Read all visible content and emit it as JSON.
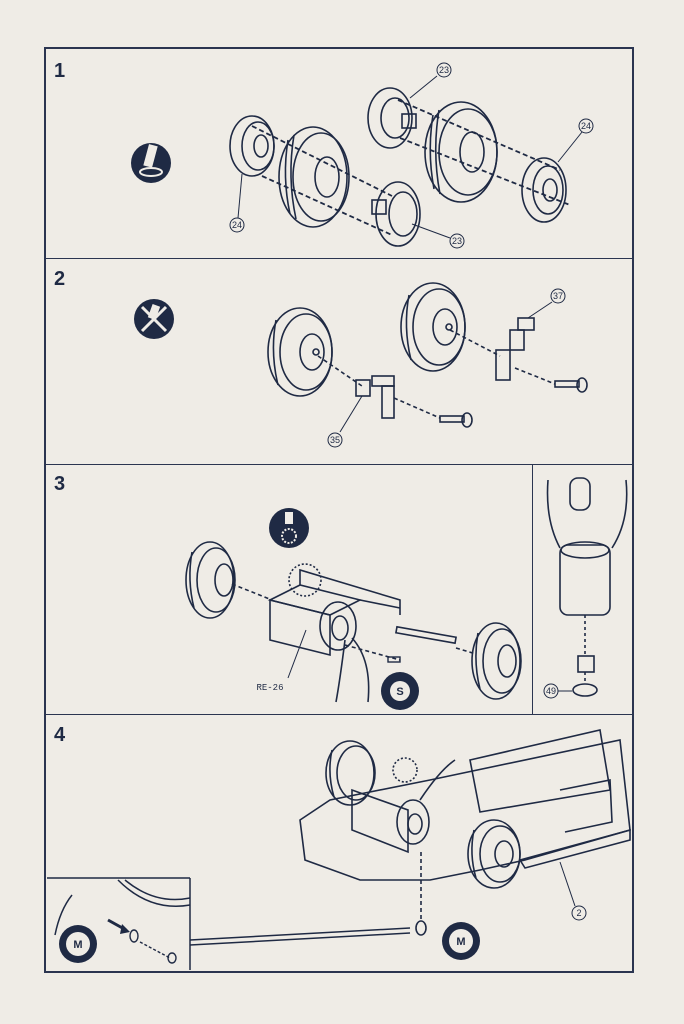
{
  "steps": [
    {
      "number": "1",
      "parts": [
        "23",
        "24",
        "24",
        "23"
      ]
    },
    {
      "number": "2",
      "parts": [
        "37",
        "35"
      ]
    },
    {
      "number": "3",
      "parts": [
        "RE-26",
        "S",
        "49"
      ]
    },
    {
      "number": "4",
      "parts": [
        "2",
        "M",
        "M"
      ]
    }
  ],
  "labels": {
    "p23a": "23",
    "p24a": "24",
    "p24b": "24",
    "p23b": "23",
    "p37": "37",
    "p35": "35",
    "motor": "RE-26",
    "s_badge": "S",
    "p49": "49",
    "p2": "2",
    "m_badge_left": "M",
    "m_badge_right": "M"
  },
  "icons": {
    "step1": "press-fit-icon",
    "step2": "no-glue-icon",
    "step3": "gear-insert-icon"
  },
  "colors": {
    "ink": "#1f2a44",
    "paper": "#efece6"
  }
}
